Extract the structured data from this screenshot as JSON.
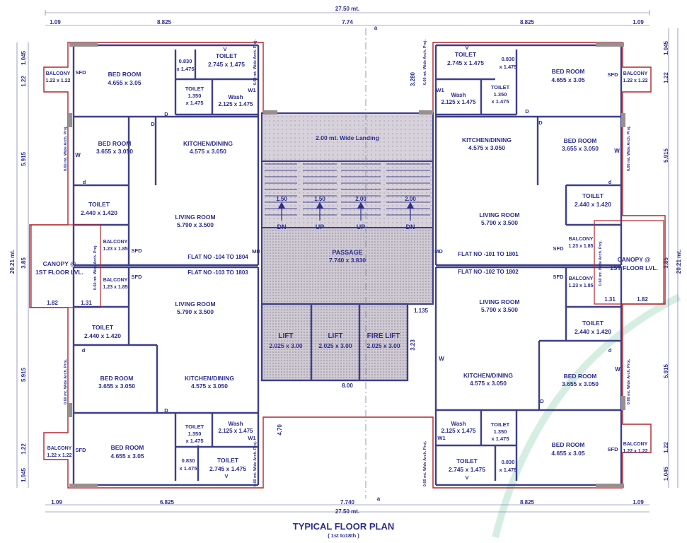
{
  "title": "TYPICAL FLOOR PLAN",
  "subtitle": "( 1st to18th )",
  "dims": {
    "total_top": "27.50 mt.",
    "total_bottom": "27.50 mt.",
    "left_side": "20.21 mt.",
    "right_side": "20.21 mt.",
    "d109": "1.09",
    "d8825": "8.825",
    "d774": "7.74",
    "d7740": "7.740",
    "d1045": "1.045",
    "d122": "1.22",
    "d5915": "5.915",
    "d385": "3.85",
    "d182": "1.82",
    "d131": "1.31",
    "d3280": "3.280",
    "d1135": "1.135",
    "d323": "3.23",
    "d800": "8.00",
    "d470": "4.70",
    "section_a": "a",
    "d6825": "6.825"
  },
  "core": {
    "landing": "2.00 mt. Wide Landing",
    "passage": "PASSAGE",
    "passage_size": "7.740 x 3.830",
    "dn": "DN",
    "up": "UP",
    "w150": "1.50",
    "w200": "2.00",
    "lift": "LIFT",
    "fire_lift": "FIRE LIFT",
    "lift_size": "2.025 x 3.00",
    "md": "MD"
  },
  "rooms": {
    "bed_room": "BED ROOM",
    "bed_size_a": "4.655 x 3.05",
    "bed_size_b": "3.655 x 3.050",
    "toilet": "TOILET",
    "toilet_a": "2.745 x 1.475",
    "toilet_b": "2.440 x 1.420",
    "toilet_c": "1.350",
    "toilet_c2": "x 1.475",
    "small_a": "0.830",
    "small_b": "x 1.475",
    "wash": "Wash",
    "wash_size": "2.125 x 1.475",
    "kitchen": "KITCHEN/DINING",
    "kitchen_size": "4.575 x 3.050",
    "living": "LIVING ROOM",
    "living_size": "5.790 x 3.500",
    "balcony": "BALCONY",
    "balcony_a": "1.22 x 1.22",
    "balcony_b": "1.23 x 1.85",
    "canopy": "CANOPY @",
    "canopy2": "1ST FLOOR LVL.",
    "sfd": "SFD",
    "arch": "0.60 mt. Wide Arch. Proj.",
    "flat_tl": "FLAT NO -104 TO 1804",
    "flat_bl": "FLAT NO -103 TO 1803",
    "flat_tr": "FLAT NO -101 TO 1801",
    "flat_br": "FLAT NO -102 TO 1802",
    "D": "D",
    "d": "d",
    "W": "W",
    "W1": "W1",
    "V": "V"
  }
}
